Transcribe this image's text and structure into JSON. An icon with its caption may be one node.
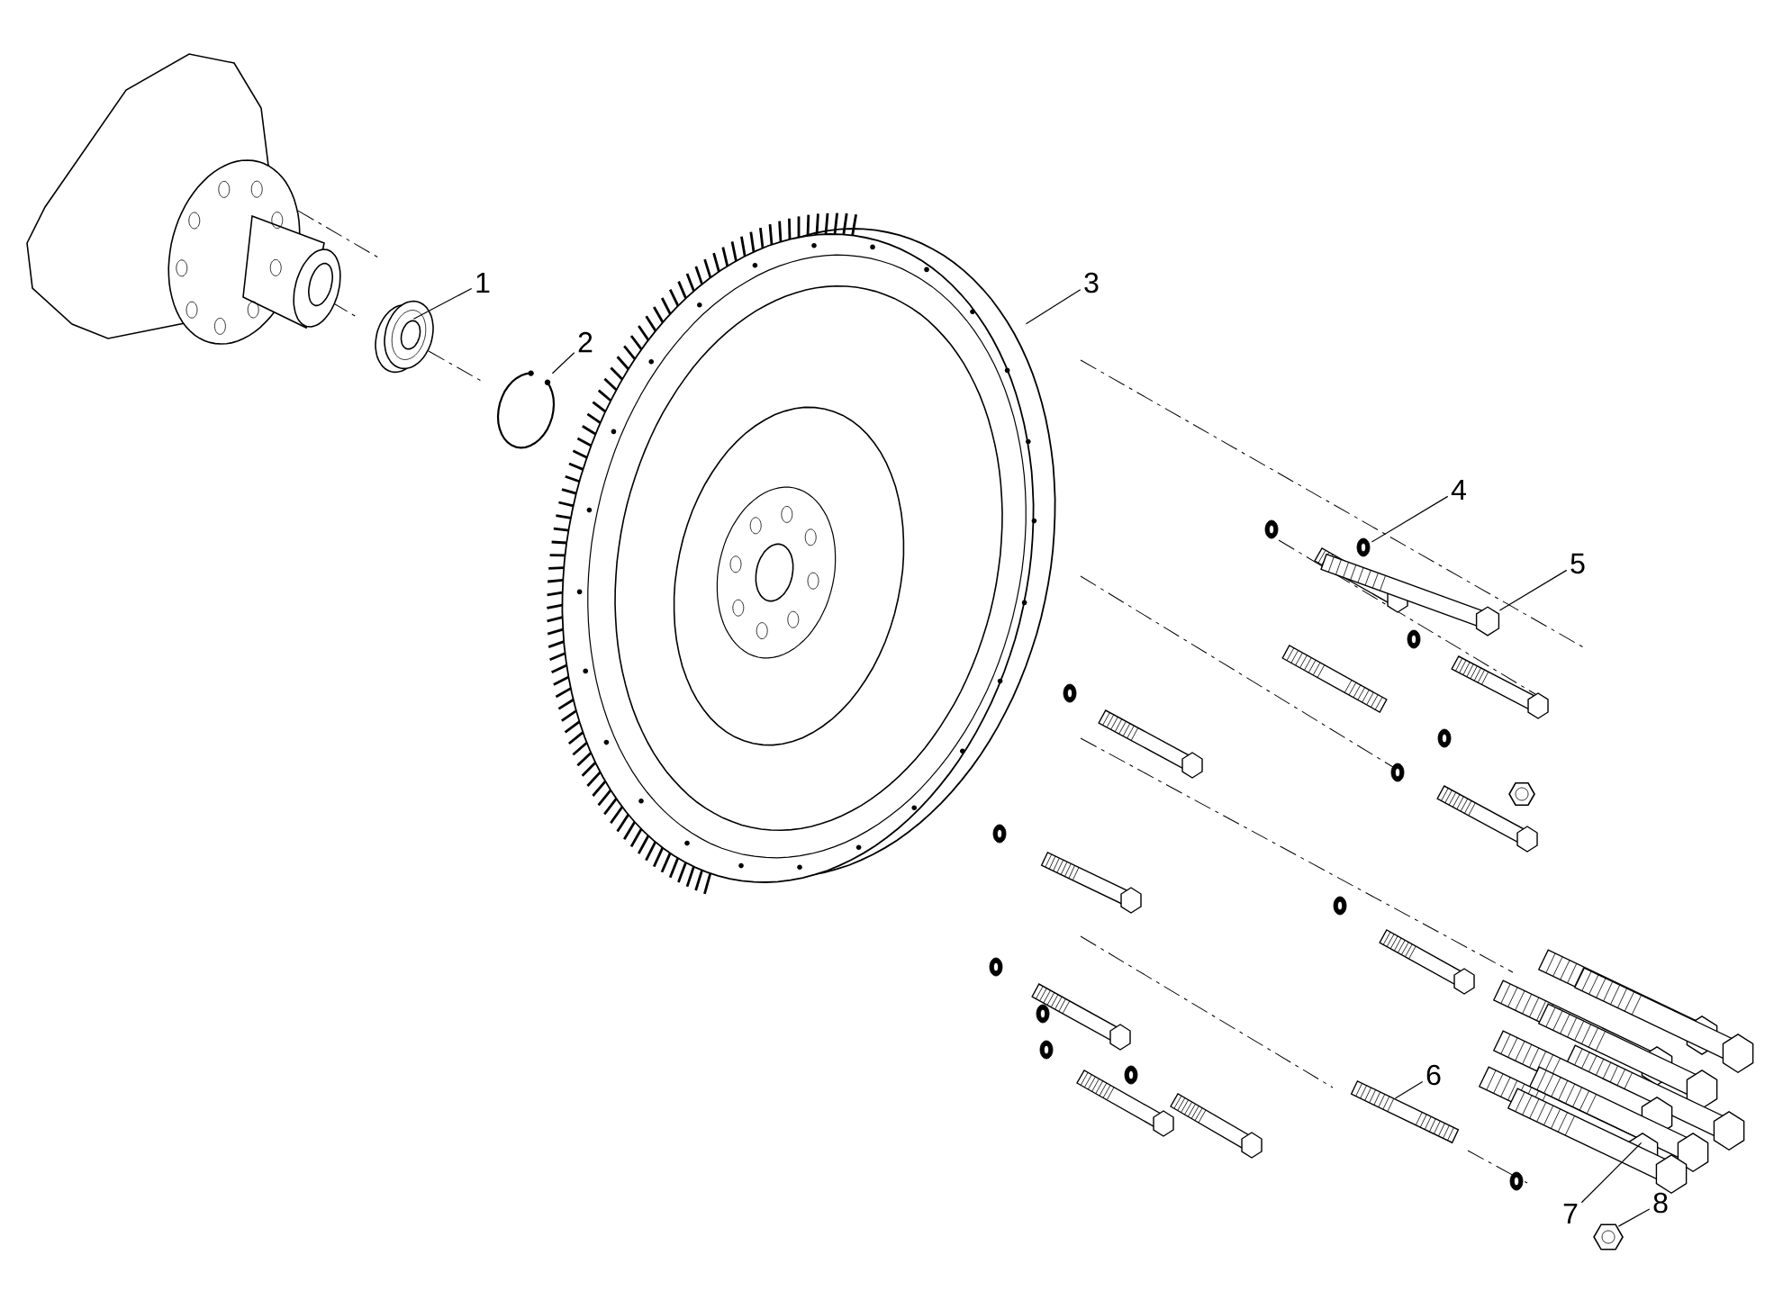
{
  "diagram": {
    "nodes": [
      {
        "text": [
          "1"
        ]
      },
      {
        "text": [
          "2"
        ]
      },
      {
        "text": [
          "3"
        ]
      },
      {
        "text": [
          "4"
        ]
      },
      {
        "text": [
          "5"
        ]
      },
      {
        "text": [
          "6"
        ]
      },
      {
        "text": [
          "7"
        ]
      },
      {
        "text": [
          "8"
        ]
      },
      {
        "text": [],
        "shape": "picture"
      },
      {
        "text": [],
        "shape": "picture"
      },
      {
        "text": [],
        "shape": "picture"
      },
      {
        "text": [],
        "shape": "picture"
      },
      {
        "text": [],
        "shape": "picture"
      },
      {
        "text": [],
        "shape": "picture"
      },
      {
        "text": [],
        "shape": "picture"
      },
      {
        "text": [],
        "shape": "picture"
      }
    ],
    "edges": [
      {
        "from": 0,
        "to": 8,
        "arrow": "none"
      },
      {
        "from": 1,
        "to": 9,
        "arrow": "none"
      },
      {
        "from": 2,
        "to": 10,
        "arrow": "none"
      },
      {
        "from": 3,
        "to": 11,
        "arrow": "none"
      },
      {
        "from": 4,
        "to": 12,
        "arrow": "none"
      },
      {
        "from": 5,
        "to": 13,
        "arrow": "none"
      },
      {
        "from": 6,
        "to": 14,
        "arrow": "none"
      },
      {
        "from": 7,
        "to": 15,
        "arrow": "none"
      }
    ]
  }
}
